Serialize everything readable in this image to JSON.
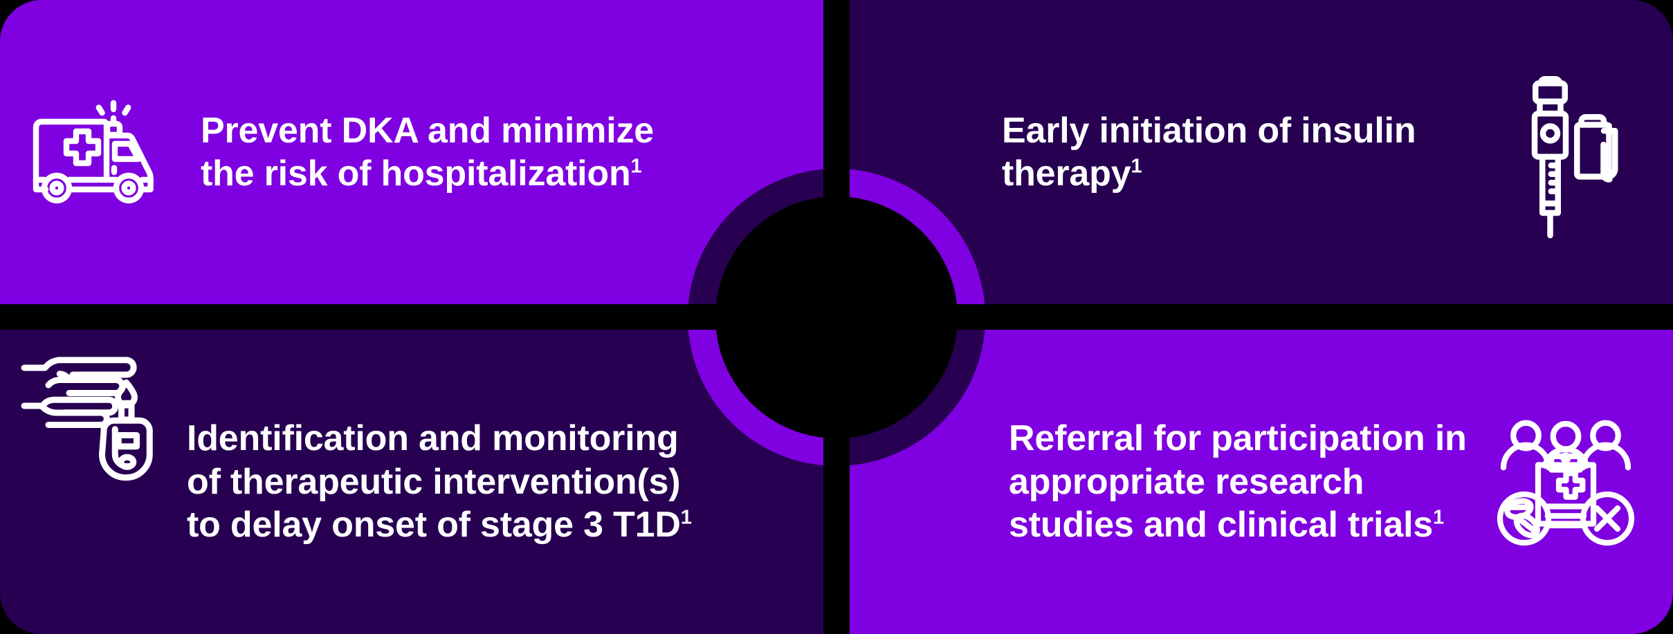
{
  "theme": {
    "bright_purple": "#7f00e0",
    "dark_purple": "#270051",
    "background": "#000000",
    "text_color": "#ffffff"
  },
  "panels": [
    {
      "id": "prevent-dka",
      "position": "top-left",
      "background": "#7f00e0",
      "icon": "ambulance-icon",
      "icon_side": "left",
      "text": "Prevent DKA and minimize the risk of hospitalization",
      "footnote": "1"
    },
    {
      "id": "early-insulin",
      "position": "top-right",
      "background": "#270051",
      "icon": "insulin-pen-icon",
      "icon_side": "right",
      "text": "Early initiation of insulin therapy",
      "footnote": "1"
    },
    {
      "id": "identification-monitoring",
      "position": "bottom-left",
      "background": "#270051",
      "icon": "glucose-meter-icon",
      "icon_side": "left",
      "text": "Identification and monitoring of therapeutic intervention(s) to delay onset of stage 3 T1D",
      "footnote": "1"
    },
    {
      "id": "referral-research",
      "position": "bottom-right",
      "background": "#7f00e0",
      "icon": "clinical-trial-group-icon",
      "icon_side": "right",
      "text": "Referral for participation in appropriate research studies and clinical trials",
      "footnote": "1"
    }
  ],
  "center_emblem": {
    "name": "center-circle",
    "disc_color": "#000000",
    "ring_colors": {
      "top_left": "#270051",
      "top_right": "#7f00e0",
      "bottom_left": "#7f00e0",
      "bottom_right": "#270051"
    }
  }
}
